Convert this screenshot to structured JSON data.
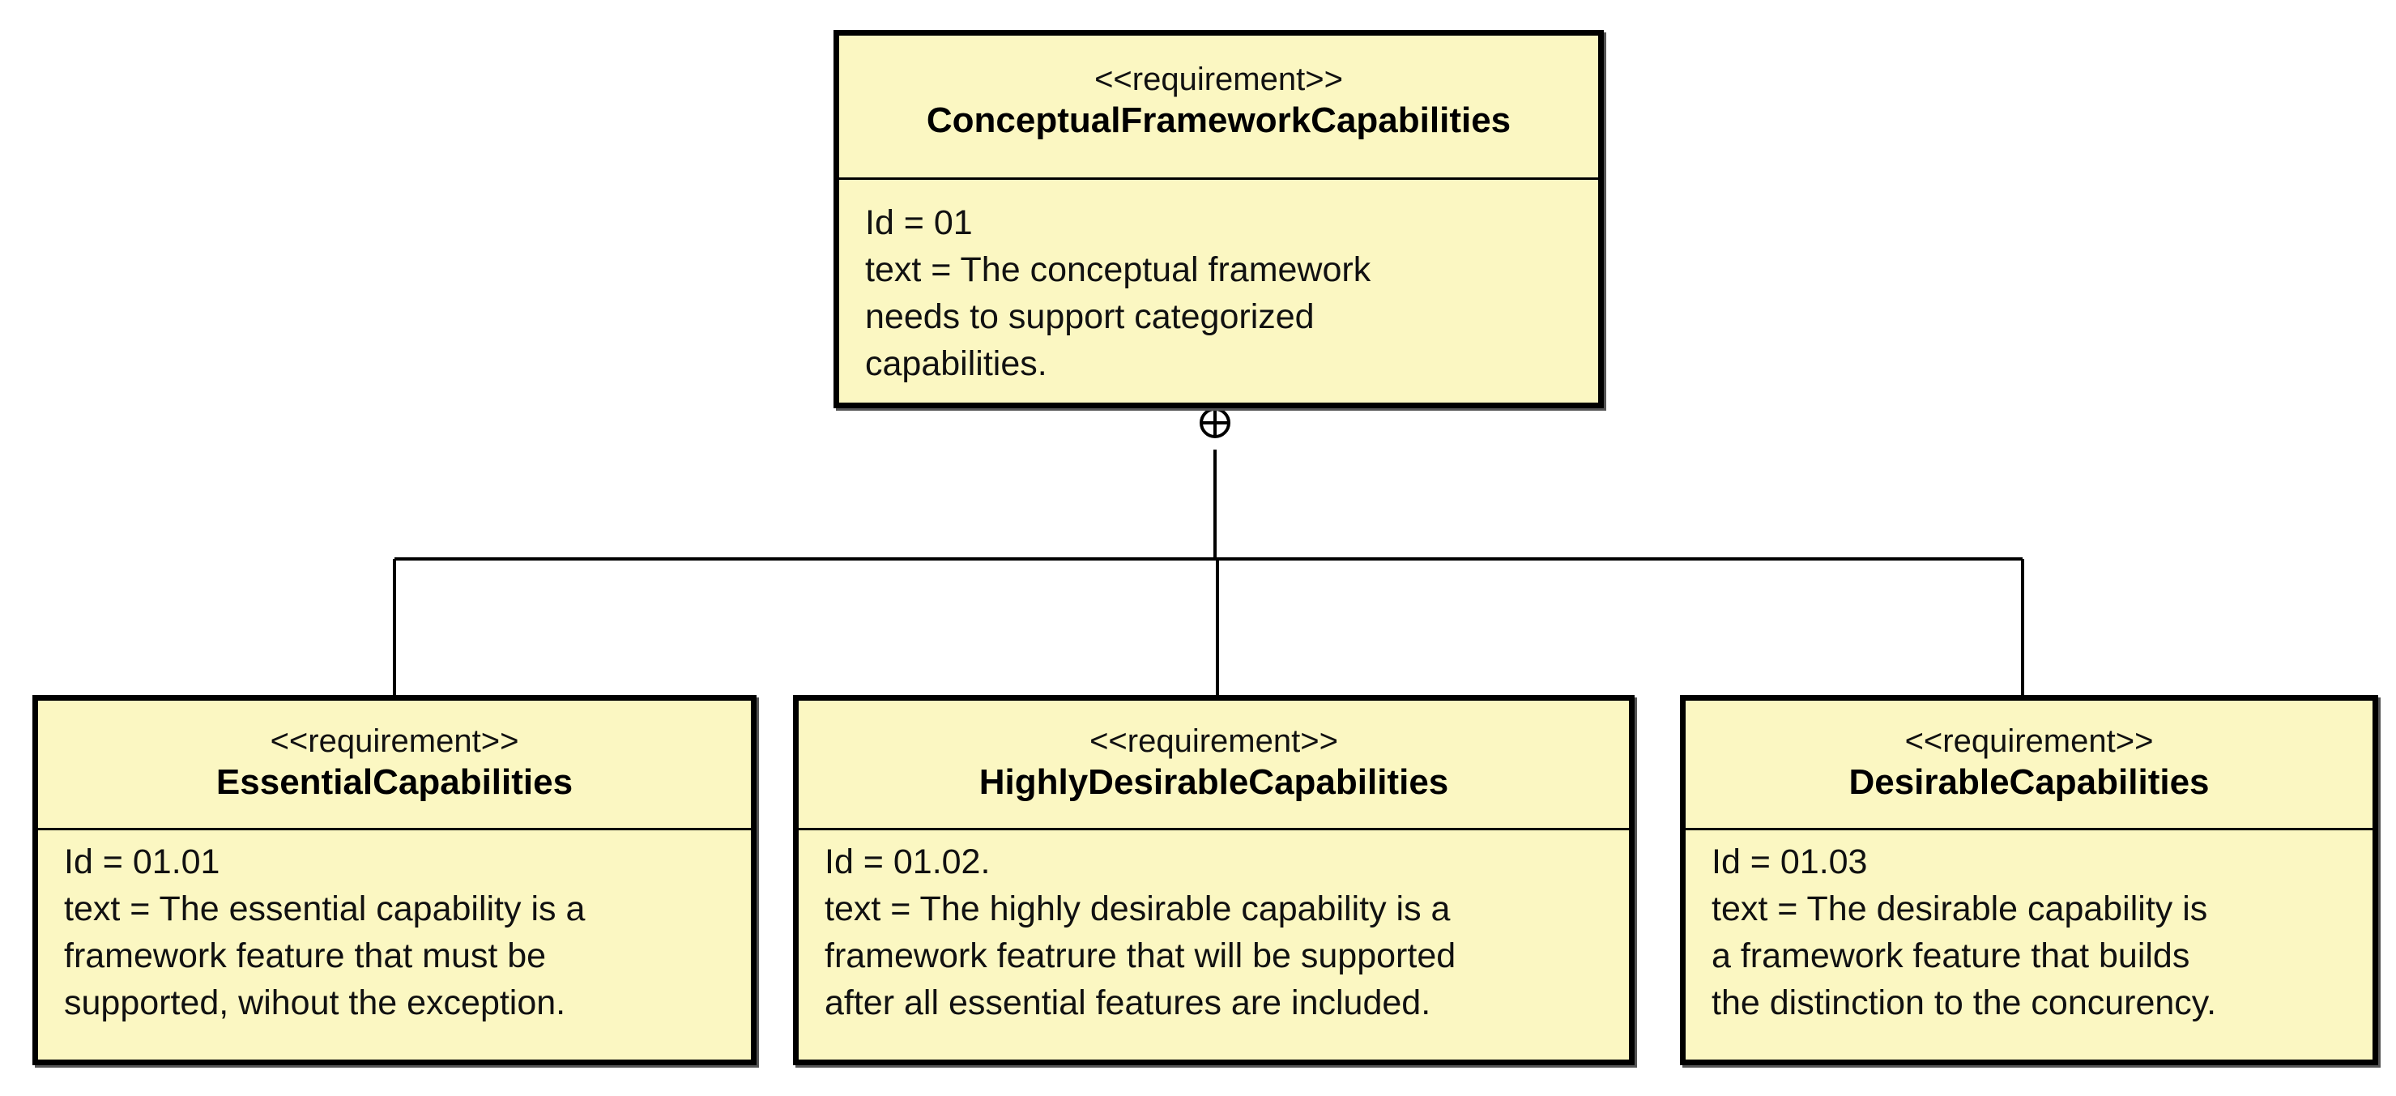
{
  "diagram": {
    "parent": {
      "stereotype": "<<requirement>>",
      "name": "ConceptualFrameworkCapabilities",
      "id_line": "Id = 01",
      "text_lines": [
        "text = The conceptual framework",
        "needs to support categorized",
        "capabilities."
      ]
    },
    "children": [
      {
        "stereotype": "<<requirement>>",
        "name": "EssentialCapabilities",
        "id_line": "Id = 01.01",
        "text_lines": [
          "text = The essential capability is a",
          "framework feature that must be",
          "supported, wihout the exception."
        ]
      },
      {
        "stereotype": "<<requirement>>",
        "name": "HighlyDesirableCapabilities",
        "id_line": "Id = 01.02.",
        "text_lines": [
          "text = The highly desirable capability is a",
          "framework featrure that will be supported",
          "after all essential features are included."
        ]
      },
      {
        "stereotype": "<<requirement>>",
        "name": "DesirableCapabilities",
        "id_line": "Id = 01.03",
        "text_lines": [
          "text = The desirable capability is",
          "a framework feature that builds",
          "the distinction to the concurency."
        ]
      }
    ],
    "relationship": "containment"
  },
  "colors": {
    "box_fill": "#fbf7c2",
    "border": "#000000",
    "line": "#000000"
  }
}
